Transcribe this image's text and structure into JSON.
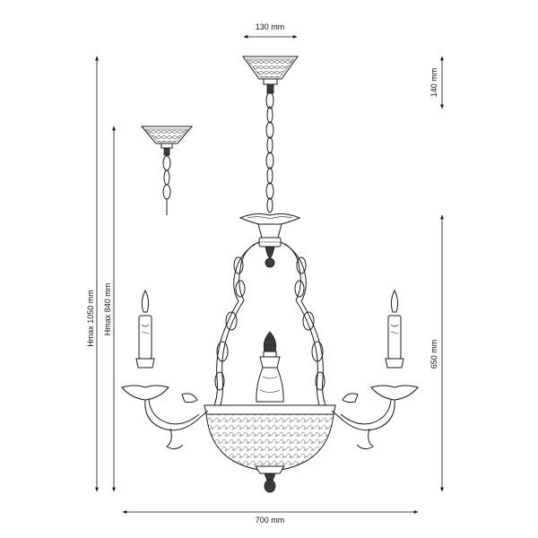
{
  "dimensions": {
    "canopy_width": "130 mm",
    "canopy_height": "140 mm",
    "body_height": "650 mm",
    "overall_width": "700 mm",
    "hmax_long": "Hmax 1050 mm",
    "hmax_short": "Hmax 840 mm"
  },
  "colors": {
    "ink": "#1a1a1a",
    "background": "#ffffff"
  }
}
